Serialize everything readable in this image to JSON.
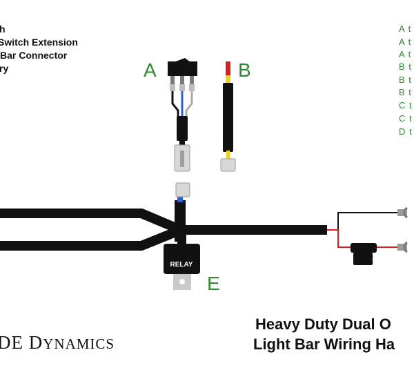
{
  "legend": {
    "items": [
      "h",
      "Switch Extension",
      "Bar Connector",
      "ry"
    ]
  },
  "connections": {
    "items": [
      "A t",
      "A t",
      "A t",
      "B t",
      "B t",
      "B t",
      "C t",
      "C t",
      "D t"
    ]
  },
  "labels": {
    "a": "A",
    "b": "B",
    "e": "E",
    "relay": "RELAY"
  },
  "brand": {
    "prefix": "DE D",
    "rest": "YNAMICS"
  },
  "product": {
    "line1": "Heavy Duty Dual O",
    "line2": "Light Bar Wiring Ha"
  },
  "colors": {
    "cable": "#111111",
    "callout": "#2e8b2e",
    "wire_red": "#e01b1b",
    "wire_blue": "#2a5fd6",
    "wire_yellow": "#f2d318",
    "connector": "#d8d8d8",
    "relay_tab": "#c9c9c9"
  }
}
